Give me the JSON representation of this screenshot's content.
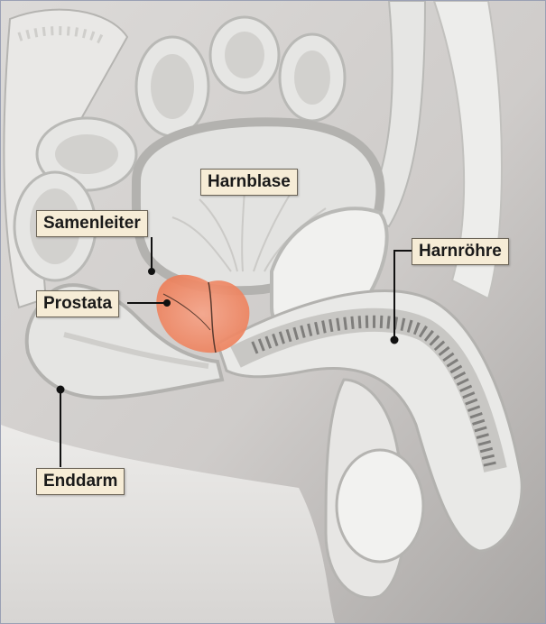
{
  "diagram": {
    "labels": {
      "bladder": "Harnblase",
      "vas_deferens": "Samenleiter",
      "prostate": "Prostata",
      "urethra": "Harnröhre",
      "rectum": "Enddarm"
    },
    "colors": {
      "tissue": "#e6e6e4",
      "tissue_outline": "#b9b9b6",
      "background_shade": "#c9c6c4",
      "prostate": "#f08a66",
      "label_fill": "#f6ecd6",
      "leader_line": "#111111",
      "frame_border": "#9aa0b4"
    }
  }
}
